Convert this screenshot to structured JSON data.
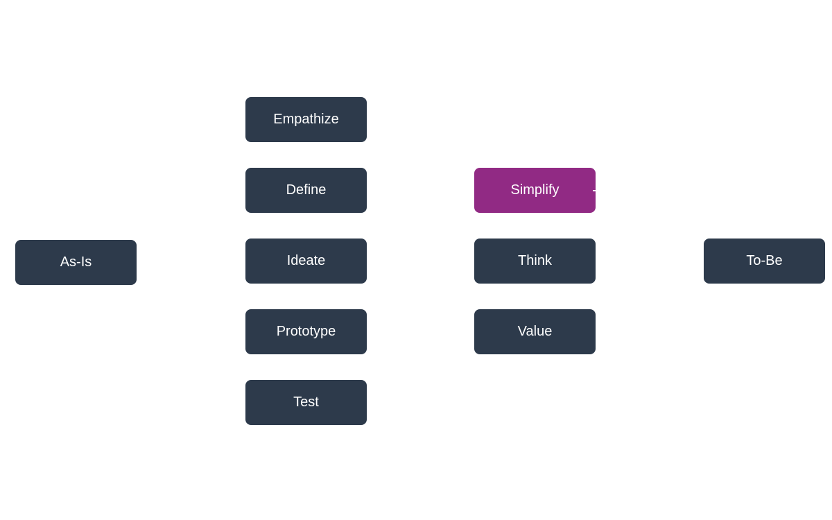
{
  "diagram": {
    "colors": {
      "node": "#2d3a4b",
      "highlight": "#912a84",
      "text": "#ffffff",
      "background": "#ffffff"
    },
    "start": {
      "label": "As-Is"
    },
    "design_thinking": [
      {
        "label": "Empathize"
      },
      {
        "label": "Define"
      },
      {
        "label": "Ideate"
      },
      {
        "label": "Prototype"
      },
      {
        "label": "Test"
      }
    ],
    "principles": [
      {
        "label": "Simplify",
        "highlighted": true
      },
      {
        "label": "Think",
        "highlighted": false
      },
      {
        "label": "Value",
        "highlighted": false
      }
    ],
    "end": {
      "label": "To-Be"
    }
  }
}
